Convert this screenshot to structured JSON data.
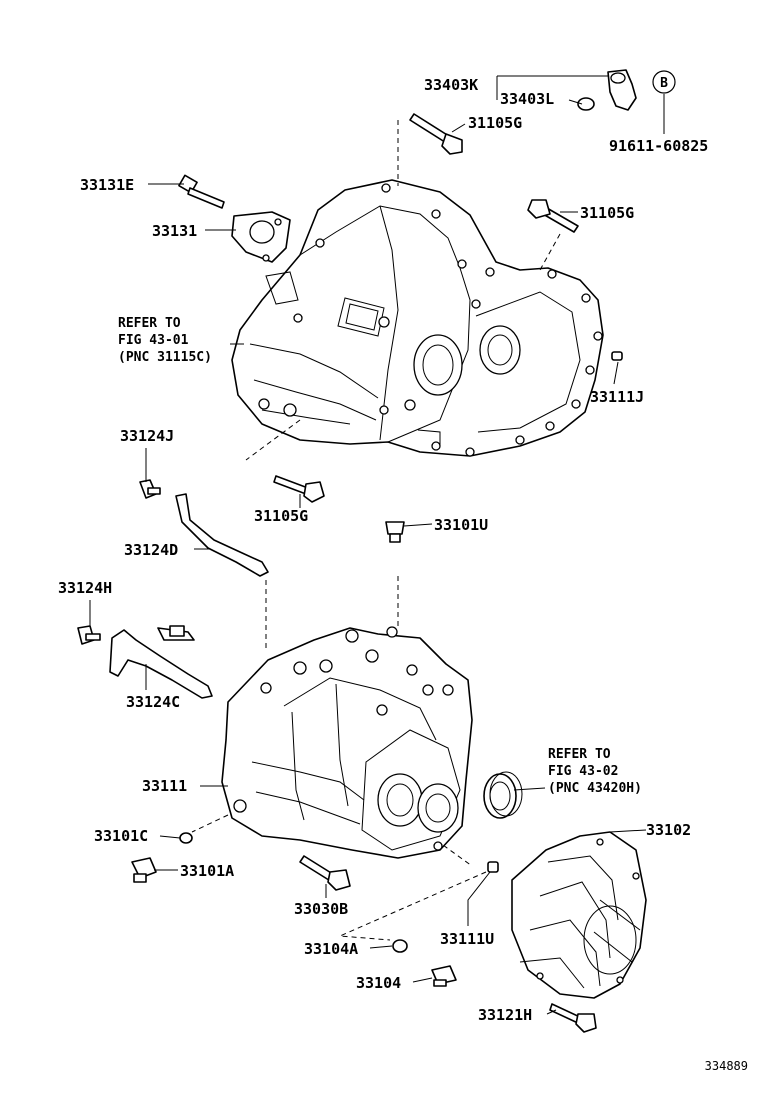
{
  "callouts": {
    "p33403K": "33403K",
    "p33403L": "33403L",
    "p31105G_top": "31105G",
    "p91611": "91611-60825",
    "marker_b": "B",
    "p33131E": "33131E",
    "p31105G_right": "31105G",
    "p33131": "33131",
    "p33111J": "33111J",
    "p33124J": "33124J",
    "p31105G_mid": "31105G",
    "p33101U": "33101U",
    "p33124D": "33124D",
    "p33124H": "33124H",
    "p33124C": "33124C",
    "p33111": "33111",
    "p33102": "33102",
    "p33101C": "33101C",
    "p33101A": "33101A",
    "p33030B": "33030B",
    "p33104A": "33104A",
    "p33111U": "33111U",
    "p33104": "33104",
    "p33121H": "33121H"
  },
  "refer_upper": {
    "line1": "REFER TO",
    "line2": "FIG 43-01",
    "line3": "(PNC 31115C)"
  },
  "refer_lower": {
    "line1": "REFER TO",
    "line2": "FIG 43-02",
    "line3": "(PNC 43420H)"
  },
  "figure_number": "334889"
}
